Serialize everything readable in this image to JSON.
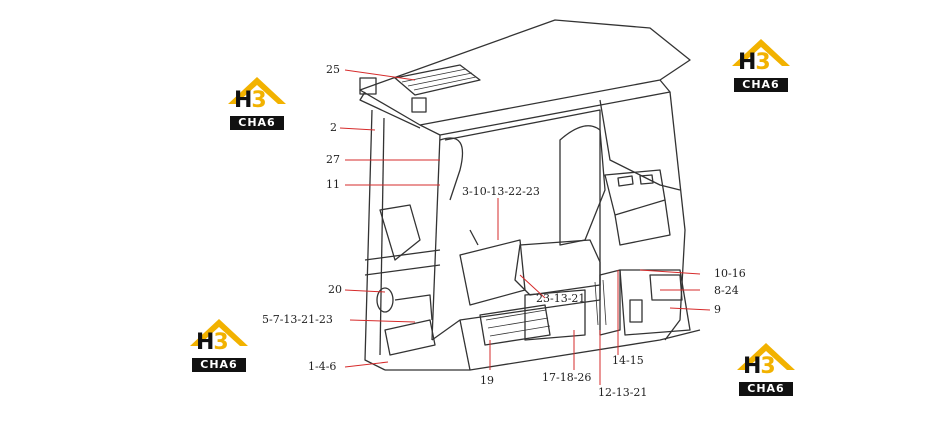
{
  "logo": {
    "h": "H",
    "three": "3",
    "bar_text": "CHA6",
    "colors": {
      "yellow": "#f2b200",
      "black": "#111111"
    }
  },
  "callouts": {
    "c25": "25",
    "c2": "2",
    "c27": "27",
    "c11": "11",
    "c3": "3-10-13-22-23",
    "c20": "20",
    "c5": "5-7-13-21-23",
    "c1": "1-4-6",
    "c19": "19",
    "c17": "17-18-26",
    "c12": "12-13-21",
    "c14": "14-15",
    "c23": "23-13-21",
    "c10": "10-16",
    "c8": "8-24",
    "c9": "9"
  },
  "colors": {
    "leader": "#d62b2b",
    "linework": "#333333"
  }
}
